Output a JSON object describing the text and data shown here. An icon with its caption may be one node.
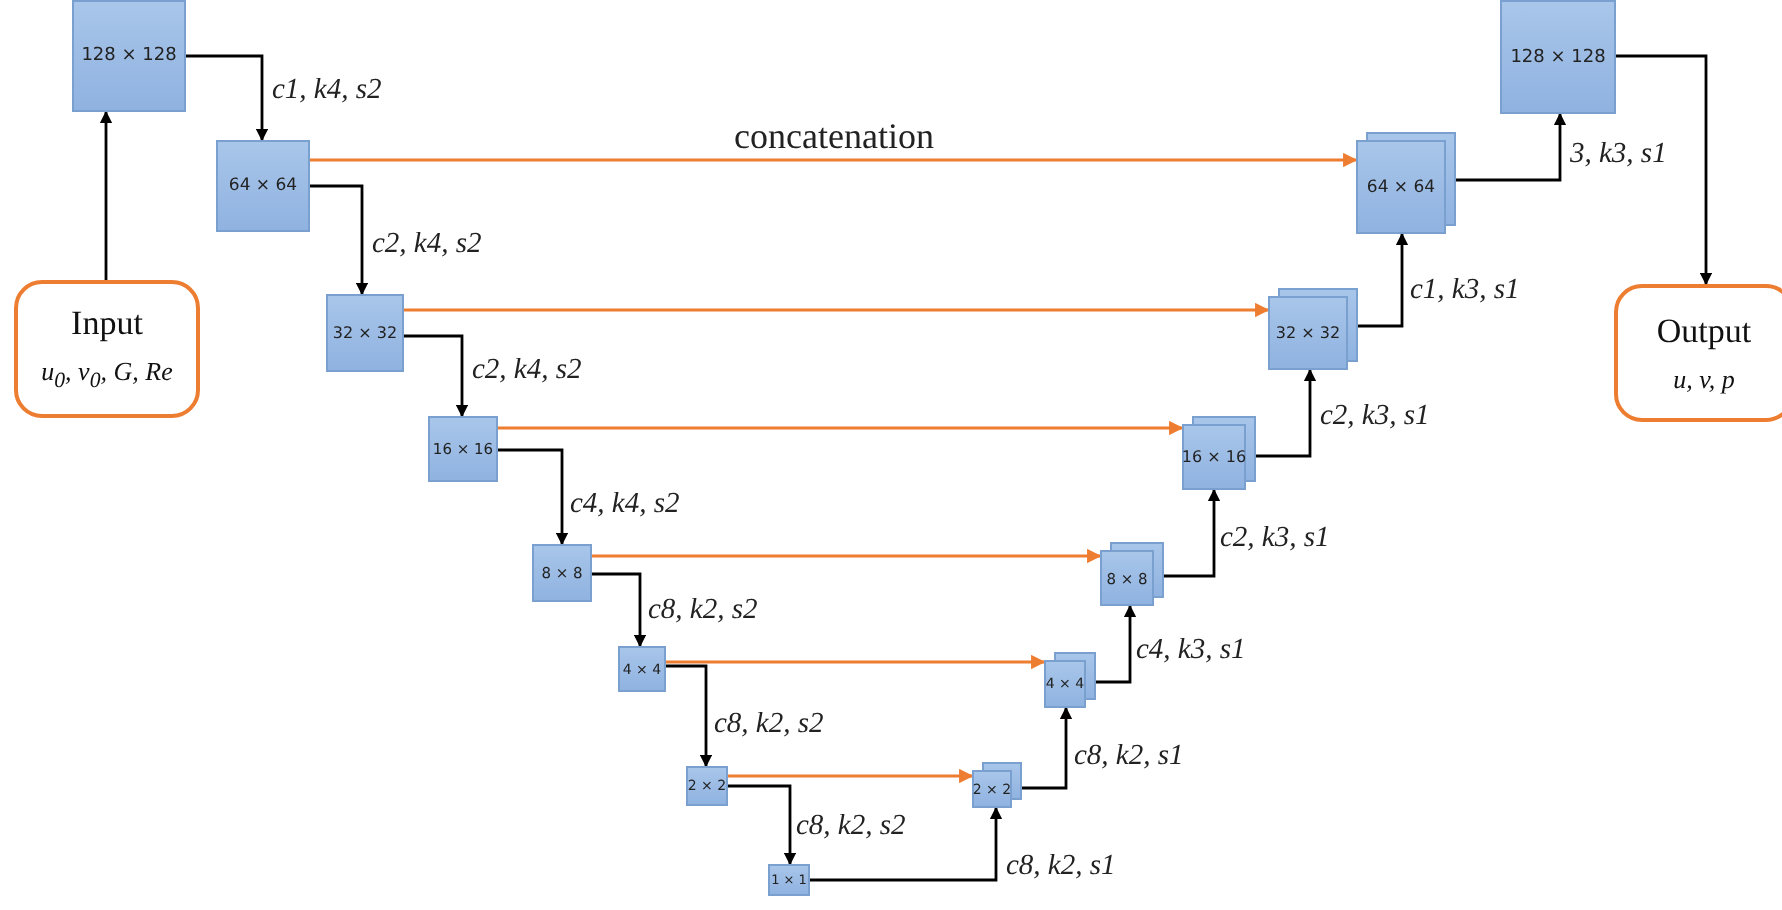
{
  "diagram": {
    "nodes": [
      {
        "text": [
          "Input",
          "u$_{0}$, v$_{0}$, G, Re"
        ]
      },
      {
        "text": [
          "128 × 128"
        ]
      },
      {
        "text": [
          "64 × 64"
        ]
      },
      {
        "text": [
          "32 × 32"
        ]
      },
      {
        "text": [
          "16 × 16"
        ]
      },
      {
        "text": [
          "8 × 8"
        ]
      },
      {
        "text": [
          "4 × 4"
        ]
      },
      {
        "text": [
          "2 × 2"
        ]
      },
      {
        "text": [
          "1 × 1"
        ]
      },
      {
        "text": [
          "2 × 2"
        ]
      },
      {
        "text": [
          "4 × 4"
        ]
      },
      {
        "text": [
          "8 × 8"
        ]
      },
      {
        "text": [
          "16 × 16"
        ]
      },
      {
        "text": [
          "32 × 32"
        ]
      },
      {
        "text": [
          "64 × 64"
        ]
      },
      {
        "text": [
          "128 × 128"
        ]
      },
      {
        "text": [
          "Output",
          "u, v, p"
        ]
      }
    ],
    "edges": [
      {
        "from": 0,
        "to": 1,
        "arrow": "to"
      },
      {
        "from": 1,
        "to": 2,
        "arrow": "to",
        "label": "c1, k4, s2"
      },
      {
        "from": 2,
        "to": 3,
        "arrow": "to",
        "label": "c2, k4, s2"
      },
      {
        "from": 3,
        "to": 4,
        "arrow": "to",
        "label": "c2, k4, s2"
      },
      {
        "from": 4,
        "to": 5,
        "arrow": "to",
        "label": "c4, k4, s2"
      },
      {
        "from": 5,
        "to": 6,
        "arrow": "to",
        "label": "c8, k2, s2"
      },
      {
        "from": 6,
        "to": 7,
        "arrow": "to",
        "label": "c8, k2, s2"
      },
      {
        "from": 7,
        "to": 8,
        "arrow": "to",
        "label": "c8, k2, s2"
      },
      {
        "from": 8,
        "to": 9,
        "arrow": "to",
        "label": "c8, k2, s1"
      },
      {
        "from": 9,
        "to": 10,
        "arrow": "to",
        "label": "c8, k2, s1"
      },
      {
        "from": 10,
        "to": 11,
        "arrow": "to",
        "label": "c4, k3, s1"
      },
      {
        "from": 11,
        "to": 12,
        "arrow": "to",
        "label": "c2, k3, s1"
      },
      {
        "from": 12,
        "to": 13,
        "arrow": "to",
        "label": "c2, k3, s1"
      },
      {
        "from": 13,
        "to": 14,
        "arrow": "to",
        "label": "c1, k3, s1"
      },
      {
        "from": 14,
        "to": 15,
        "arrow": "to",
        "label": "3, k3, s1"
      },
      {
        "from": 15,
        "to": 16,
        "arrow": "to"
      },
      {
        "from": 2,
        "to": 14,
        "arrow": "to",
        "label": "concatenation",
        "color": "#ed7d31"
      },
      {
        "from": 3,
        "to": 13,
        "arrow": "to",
        "color": "#ed7d31"
      },
      {
        "from": 4,
        "to": 12,
        "arrow": "to",
        "color": "#ed7d31"
      },
      {
        "from": 5,
        "to": 11,
        "arrow": "to",
        "color": "#ed7d31"
      },
      {
        "from": 6,
        "to": 10,
        "arrow": "to",
        "color": "#ed7d31"
      },
      {
        "from": 7,
        "to": 9,
        "arrow": "to",
        "color": "#ed7d31"
      }
    ]
  }
}
